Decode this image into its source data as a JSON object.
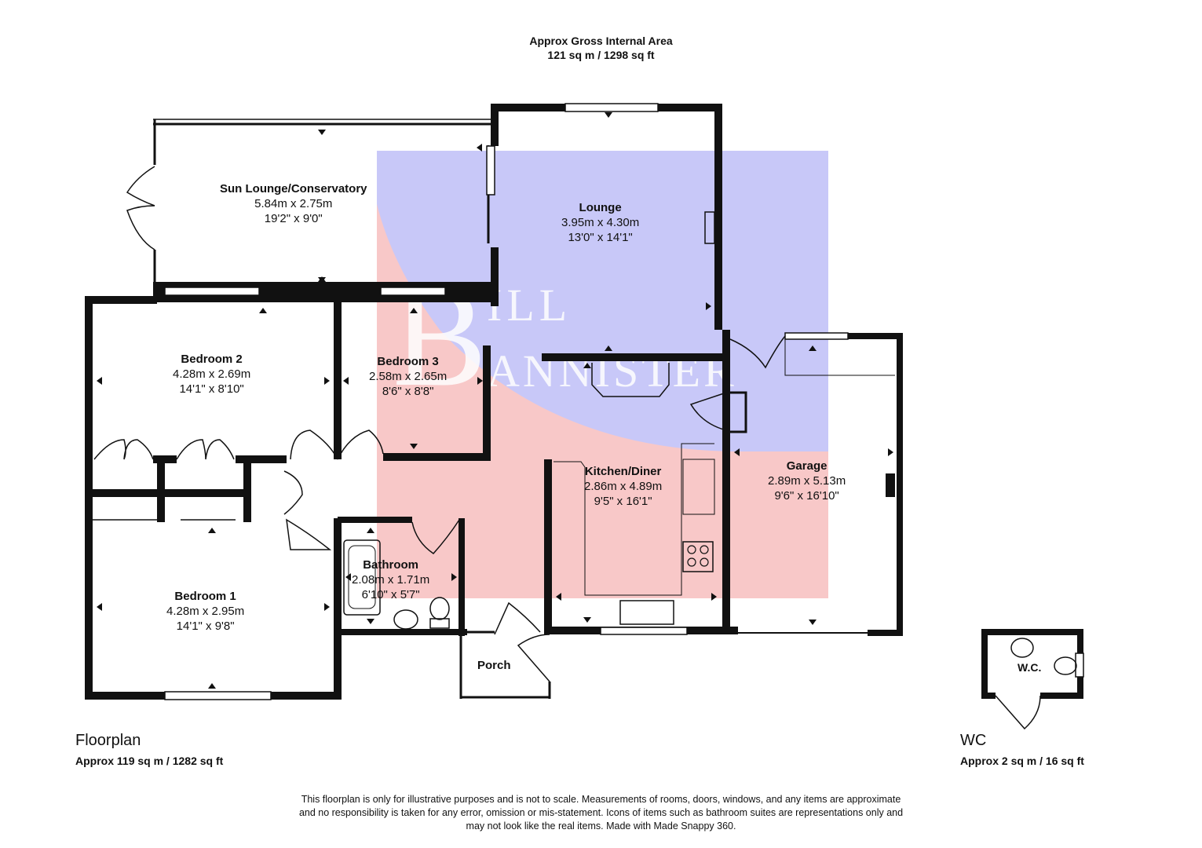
{
  "header": {
    "title": "Approx Gross Internal Area",
    "area": "121 sq m / 1298 sq ft"
  },
  "watermark": {
    "brand": "BILL BANNISTER",
    "colors": {
      "blue": "#c8c8f8",
      "red": "#f8c8c8",
      "letter": "#ffffff"
    }
  },
  "rooms": {
    "sun_lounge": {
      "name": "Sun Lounge/Conservatory",
      "metric": "5.84m x 2.75m",
      "imperial": "19'2\" x 9'0\""
    },
    "lounge": {
      "name": "Lounge",
      "metric": "3.95m x 4.30m",
      "imperial": "13'0\" x 14'1\""
    },
    "bedroom2": {
      "name": "Bedroom 2",
      "metric": "4.28m x 2.69m",
      "imperial": "14'1\" x 8'10\""
    },
    "bedroom3": {
      "name": "Bedroom 3",
      "metric": "2.58m x 2.65m",
      "imperial": "8'6\" x 8'8\""
    },
    "kitchen": {
      "name": "Kitchen/Diner",
      "metric": "2.86m x 4.89m",
      "imperial": "9'5\" x 16'1\""
    },
    "garage": {
      "name": "Garage",
      "metric": "2.89m x 5.13m",
      "imperial": "9'6\" x 16'10\""
    },
    "bathroom": {
      "name": "Bathroom",
      "metric": "2.08m x 1.71m",
      "imperial": "6'10\" x 5'7\""
    },
    "bedroom1": {
      "name": "Bedroom 1",
      "metric": "4.28m x 2.95m",
      "imperial": "14'1\" x 9'8\""
    },
    "porch": {
      "name": "Porch"
    },
    "wc": {
      "name": "W.C."
    }
  },
  "floorplan": {
    "title": "Floorplan",
    "area": "Approx 119 sq m / 1282 sq ft"
  },
  "wc_plan": {
    "title": "WC",
    "area": "Approx 2 sq m / 16 sq ft"
  },
  "disclaimer": {
    "line1": "This floorplan is only for illustrative purposes and is not to scale. Measurements of rooms, doors, windows, and any items are approximate",
    "line2": "and no responsibility is taken for any error, omission or mis-statement. Icons of items such as bathroom suites are representations only and",
    "line3": "may not look like the real items. Made with Made Snappy 360."
  },
  "style": {
    "wall": "#111111"
  }
}
